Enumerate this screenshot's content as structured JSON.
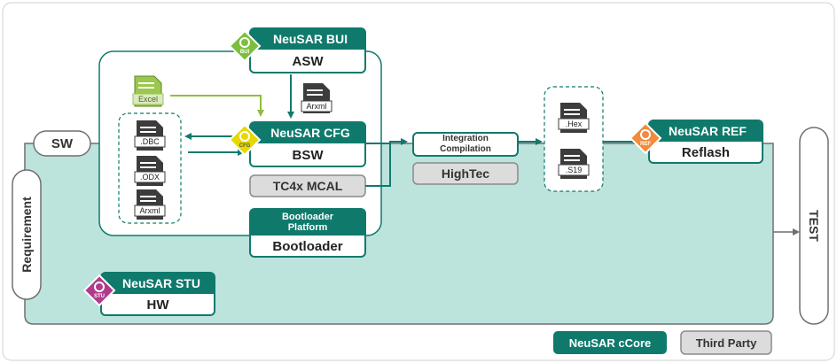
{
  "sw_label": "SW",
  "requirement_label": "Requirement",
  "test_label": "TEST",
  "modules": {
    "bui": {
      "header": "NeuSAR BUI",
      "body": "ASW",
      "badge": "BUI"
    },
    "cfg": {
      "header": "NeuSAR CFG",
      "body": "BSW",
      "badge": "CFG"
    },
    "ref": {
      "header": "NeuSAR REF",
      "body": "Reflash",
      "badge": "REF"
    },
    "stu": {
      "header": "NeuSAR STU",
      "body": "HW",
      "badge": "STU"
    },
    "bootloader": {
      "header": "Bootloader Platform",
      "body": "Bootloader"
    }
  },
  "third_party": {
    "mcal": "TC4x MCAL",
    "hightec": "HighTec"
  },
  "integration": "Integration Compilation",
  "files": {
    "excel": "Excel",
    "arxml_top": "Arxml",
    "dbc": ".DBC",
    "odx": ".ODX",
    "arxml_left": "Arxml",
    "hex": ".Hex",
    "s19": ".S19"
  },
  "legend": {
    "ncore": "NeuSAR cCore",
    "third_party": "Third Party"
  },
  "colors": {
    "teal": "#0f7a6c",
    "teal_light": "#bde3dd",
    "gray_box": "#dcdcdc",
    "badge_bui": "#7cbf3f",
    "badge_cfg": "#e6d800",
    "badge_ref": "#f28b3c",
    "badge_stu": "#b03a8c"
  }
}
